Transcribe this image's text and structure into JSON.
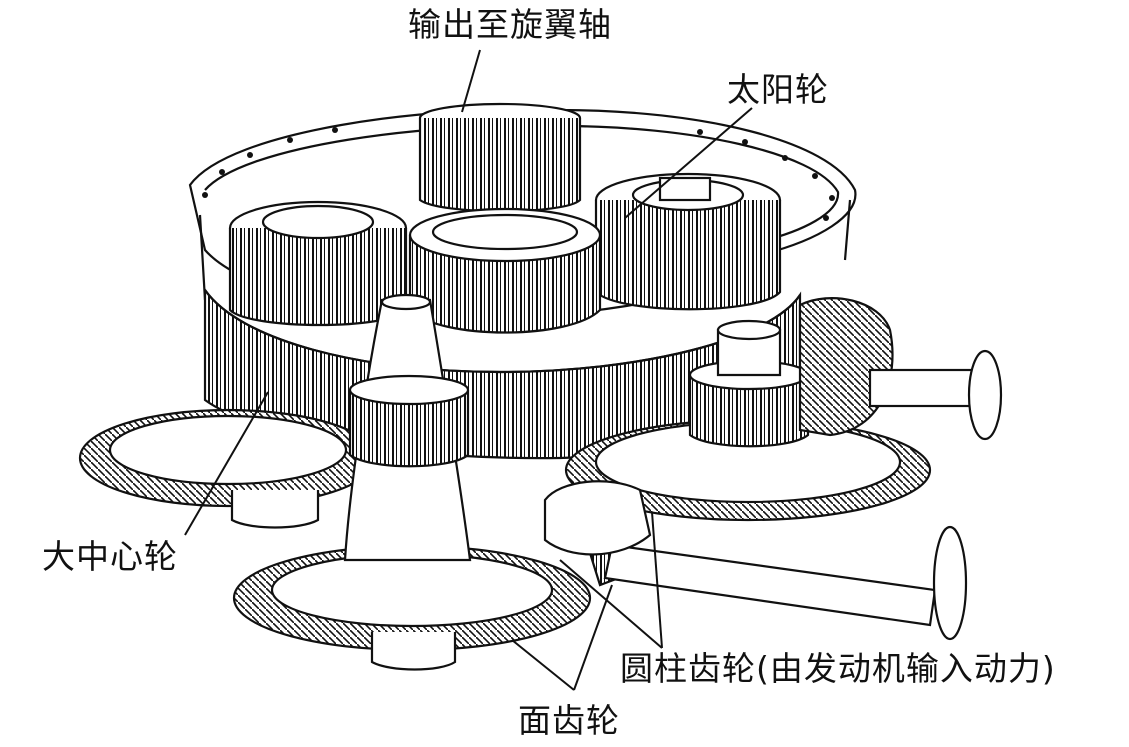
{
  "labels": {
    "output_to_rotor_shaft": "输出至旋翼轴",
    "sun_gear": "太阳轮",
    "large_center_gear": "大中心轮",
    "spur_gear_input": "圆柱齿轮(由发动机输入动力)",
    "face_gear": "面齿轮"
  },
  "colors": {
    "ink": "#111111",
    "paper": "#ffffff",
    "shade": "#dcdcdc"
  }
}
